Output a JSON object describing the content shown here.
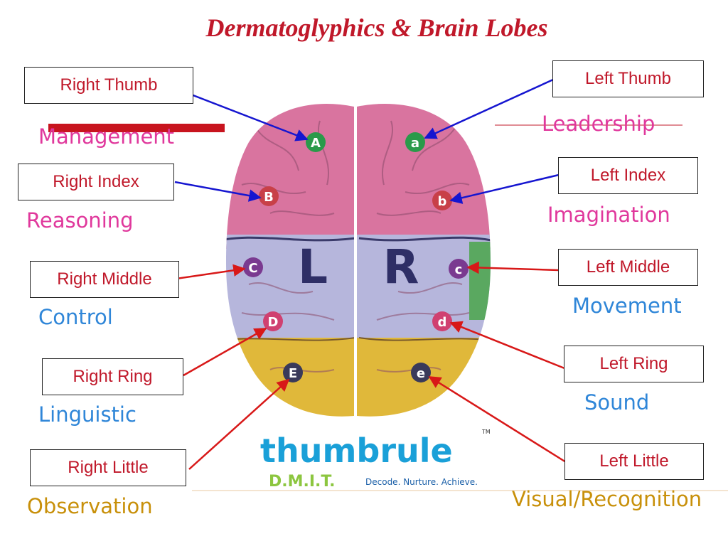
{
  "title": "Dermatoglyphics & Brain Lobes",
  "hemispheres": {
    "left": "L",
    "right": "R"
  },
  "right_hand": [
    {
      "finger": "Right Thumb",
      "point": "A",
      "trait": "Management",
      "trait_color": "#e0389c"
    },
    {
      "finger": "Right Index",
      "point": "B",
      "trait": "Reasoning",
      "trait_color": "#e0389c"
    },
    {
      "finger": "Right Middle",
      "point": "C",
      "trait": "Control",
      "trait_color": "#2f86d8"
    },
    {
      "finger": "Right Ring",
      "point": "D",
      "trait": "Linguistic",
      "trait_color": "#2f86d8"
    },
    {
      "finger": "Right Little",
      "point": "E",
      "trait": "Observation",
      "trait_color": "#c8900a"
    }
  ],
  "left_hand": [
    {
      "finger": "Left Thumb",
      "point": "a",
      "trait": "Leadership",
      "trait_color": "#e0389c"
    },
    {
      "finger": "Left Index",
      "point": "b",
      "trait": "Imagination",
      "trait_color": "#e0389c"
    },
    {
      "finger": "Left Middle",
      "point": "c",
      "trait": "Movement",
      "trait_color": "#2f86d8"
    },
    {
      "finger": "Left Ring",
      "point": "d",
      "trait": "Sound",
      "trait_color": "#2f86d8"
    },
    {
      "finger": "Left Little",
      "point": "e",
      "trait": "Visual/Recognition",
      "trait_color": "#c8900a"
    }
  ],
  "logo": {
    "brand": "thumbrule",
    "trademark": "TM",
    "sub": "D.M.I.T.",
    "tagline": "Decode. Nurture. Achieve."
  },
  "colors": {
    "title": "#c0182a",
    "label_text": "#c0182a",
    "thumb_index_arrows": "#1515d0",
    "other_arrows": "#d81818",
    "logo_blue": "#1aa0d8",
    "logo_green": "#8cc63f"
  }
}
